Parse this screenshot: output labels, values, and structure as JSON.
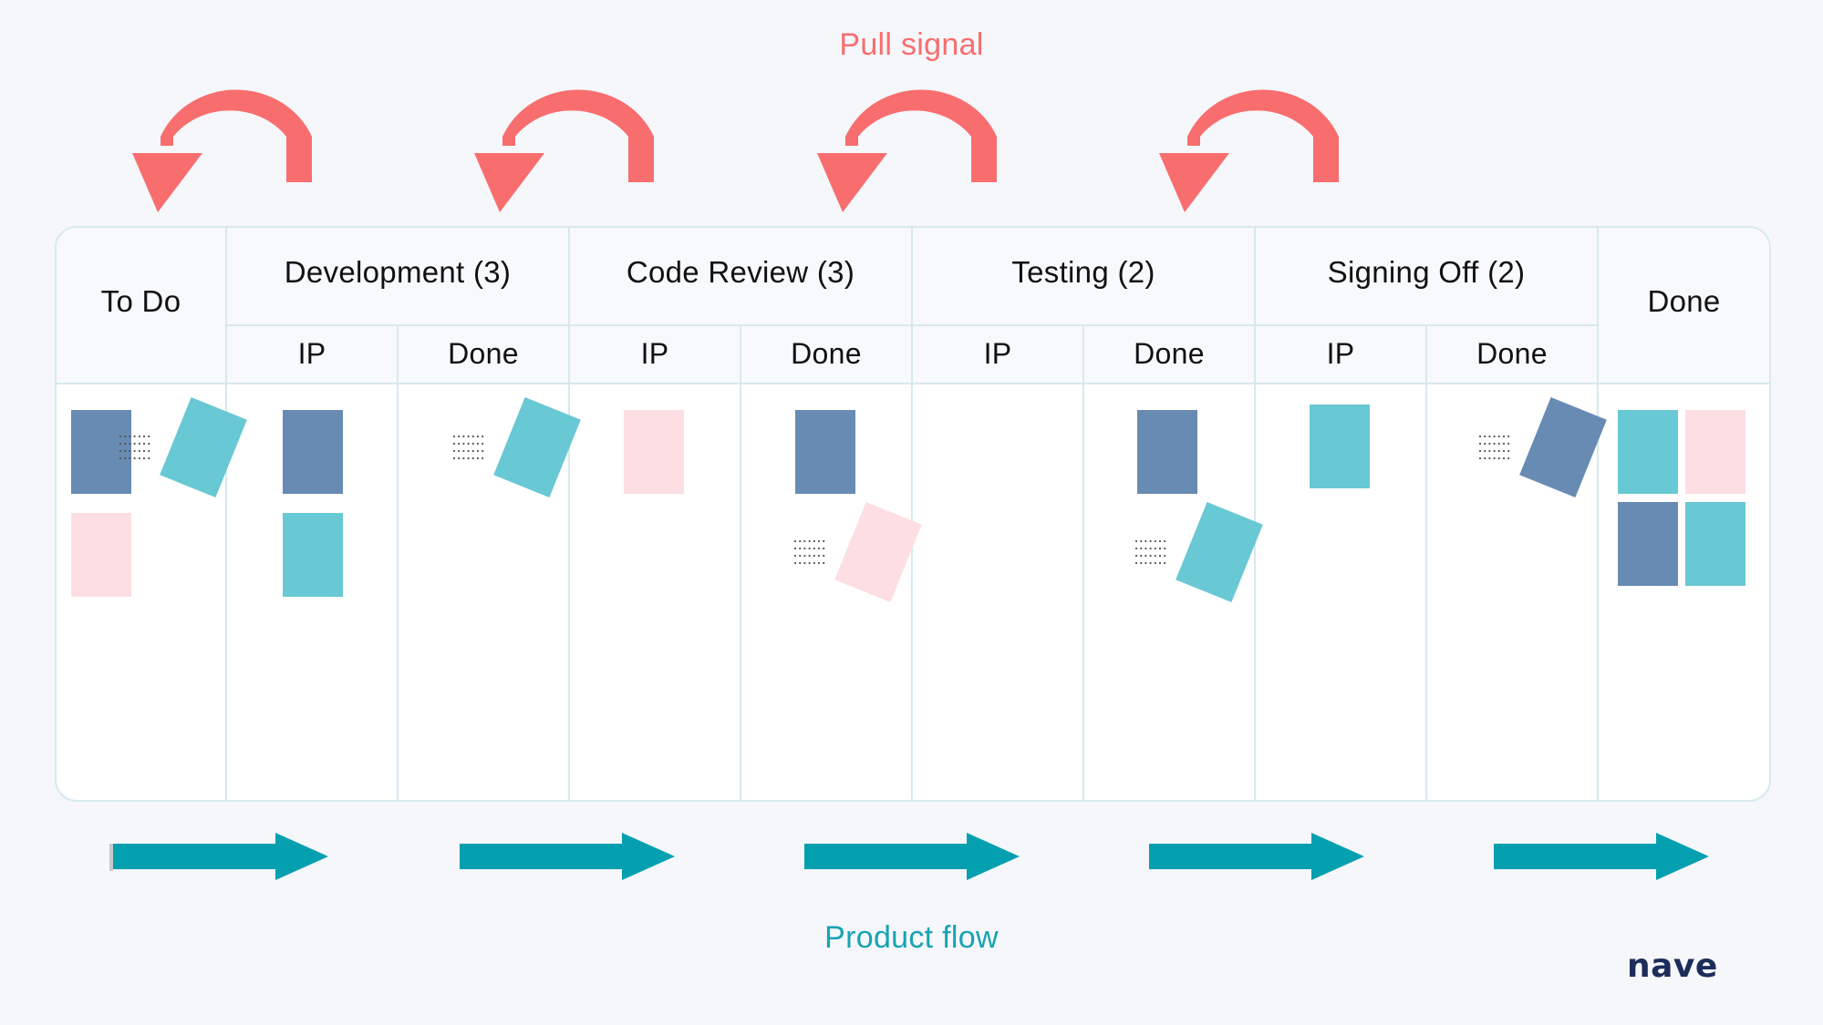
{
  "pull_signal": "Pull signal",
  "product_flow": "Product flow",
  "logo": "nave",
  "columns": [
    {
      "label": "To Do",
      "subs": []
    },
    {
      "label": "Development (3)",
      "subs": [
        "IP",
        "Done"
      ]
    },
    {
      "label": "Code Review (3)",
      "subs": [
        "IP",
        "Done"
      ]
    },
    {
      "label": "Testing (2)",
      "subs": [
        "IP",
        "Done"
      ]
    },
    {
      "label": "Signing Off (2)",
      "subs": [
        "IP",
        "Done"
      ]
    },
    {
      "label": "Done",
      "subs": []
    }
  ],
  "colors": {
    "card_blue": "#688bb3",
    "card_teal": "#68c8d3",
    "card_pink": "#fddfe3",
    "pull_arrow": "#f86e6e",
    "flow_arrow": "#05a0b0",
    "grid_line": "#d7e9ef",
    "logo_text": "#1c2d5a"
  },
  "cards": [
    {
      "lane": "To Do",
      "color": "blue",
      "state": "queued"
    },
    {
      "lane": "To Do",
      "color": "pink",
      "state": "queued"
    },
    {
      "lane": "To Do",
      "color": "teal",
      "state": "moving"
    },
    {
      "lane": "Development IP",
      "color": "blue",
      "state": "queued"
    },
    {
      "lane": "Development IP",
      "color": "teal",
      "state": "queued"
    },
    {
      "lane": "Development Done",
      "color": "teal",
      "state": "moving"
    },
    {
      "lane": "Code Review IP",
      "color": "pink",
      "state": "queued"
    },
    {
      "lane": "Code Review Done",
      "color": "blue",
      "state": "queued"
    },
    {
      "lane": "Code Review Done",
      "color": "pink",
      "state": "moving"
    },
    {
      "lane": "Testing Done",
      "color": "blue",
      "state": "queued"
    },
    {
      "lane": "Testing Done",
      "color": "teal",
      "state": "moving"
    },
    {
      "lane": "Signing Off IP",
      "color": "teal",
      "state": "queued"
    },
    {
      "lane": "Signing Off Done",
      "color": "blue",
      "state": "moving"
    },
    {
      "lane": "Done",
      "color": "teal",
      "state": "queued"
    },
    {
      "lane": "Done",
      "color": "pink",
      "state": "queued"
    },
    {
      "lane": "Done",
      "color": "blue",
      "state": "queued"
    },
    {
      "lane": "Done",
      "color": "teal",
      "state": "queued"
    }
  ],
  "pull_arrow_count": 4,
  "flow_arrow_count": 5
}
